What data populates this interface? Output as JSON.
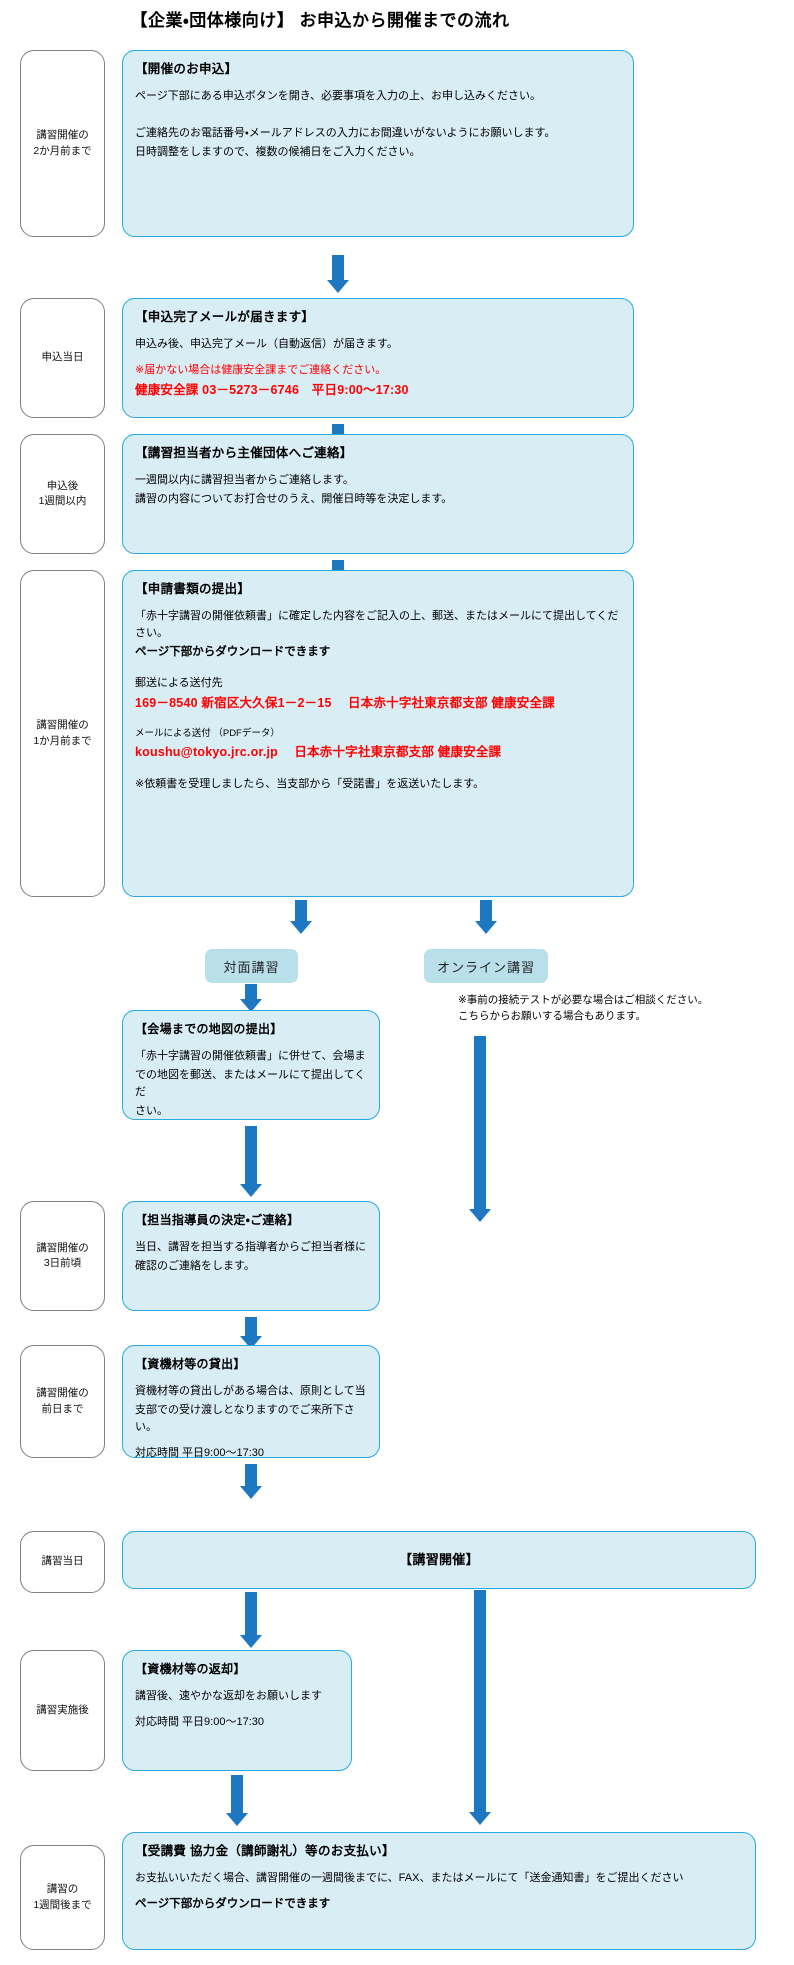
{
  "title": "【企業・団体様向け】 お申込から開催までの流れ",
  "timeline": [
    {
      "id": "t1",
      "lines": [
        "講習開催の",
        "2か月前まで"
      ]
    },
    {
      "id": "t2",
      "lines": [
        "申込当日"
      ]
    },
    {
      "id": "t3",
      "lines": [
        "申込後",
        "1週間以内"
      ]
    },
    {
      "id": "t4",
      "lines": [
        "講習開催の",
        "1か月前まで"
      ]
    },
    {
      "id": "t5",
      "lines": [
        "講習開催の",
        "3日前頃"
      ]
    },
    {
      "id": "t6",
      "lines": [
        "講習開催の",
        "前日まで"
      ]
    },
    {
      "id": "t7",
      "lines": [
        "講習当日"
      ]
    },
    {
      "id": "t8",
      "lines": [
        "講習実施後"
      ]
    },
    {
      "id": "t9",
      "lines": [
        "講習の",
        "1週間後まで"
      ]
    }
  ],
  "steps": {
    "apply": {
      "title": "【開催のお申込】",
      "p1": "ページ下部にある申込ボタンを開き、必要事項を入力の上、お申し込みください。",
      "p2": "ご連絡先のお電話番号・メールアドレスの入力にお間違いがないようにお願いします。",
      "p3": "日時調整をしますので、複数の候補日をご入力ください。"
    },
    "confirm_mail": {
      "title": "【申込完了メールが届きます】",
      "p1": "申込み後、申込完了メール（自動返信）が届きます。",
      "warn": "※届かない場合は健康安全課までご連絡ください。",
      "contact": "健康安全課  03－5273－6746　平日9:00～17:30"
    },
    "staff_contact": {
      "title": "【講習担当者から主催団体へご連絡】",
      "p1": "一週間以内に講習担当者からご連絡します。",
      "p2": "講習の内容についてお打合せのうえ、開催日時等を決定します。"
    },
    "documents": {
      "title": "【申請書類の提出】",
      "p1": "「赤十字講習の開催依頼書」に確定した内容をご記入の上、郵送、またはメールにて提出してください。",
      "p2": "ページ下部からダウンロードできます",
      "mail_label": "郵送による送付先",
      "mail_address": "169－8540  新宿区大久保1－2－15　 日本赤十字社東京都支部  健康安全課",
      "email_label": "メールによる送付 （PDFデータ）",
      "email_address": "koushu@tokyo.jrc.or.jp 　日本赤十字社東京都支部  健康安全課",
      "note": "※依頼書を受理しましたら、当支部から「受諾書」を返送いたします。"
    },
    "branch_onsite": "対面講習",
    "branch_online": "オンライン講習",
    "online_note": {
      "l1": "※事前の接続テストが必要な場合はご相談ください。",
      "l2": "こちらからお願いする場合もあります。"
    },
    "map": {
      "title": "【会場までの地図の提出】",
      "p1": "「赤十字講習の開催依頼書」に併せて、会場ま",
      "p2": "での地図を郵送、またはメールにて提出してくだ",
      "p3": "さい。"
    },
    "instructor": {
      "title": "【担当指導員の決定・ご連絡】",
      "p1": "当日、講習を担当する指導者からご担当者様に",
      "p2": "確認のご連絡をします。"
    },
    "equipment_lend": {
      "title": "【資機材等の貸出】",
      "p1": "資機材等の貸出しがある場合は、原則として当",
      "p2": "支部での受け渡しとなりますのでご来所下さい。",
      "hours": "対応時間  平日9:00～17:30"
    },
    "held": {
      "title": "【講習開催】"
    },
    "equipment_return": {
      "title": "【資機材等の返却】",
      "p1": "講習後、速やかな返却をお願いします",
      "hours": "対応時間  平日9:00～17:30"
    },
    "payment": {
      "title": "【受講費  協力金（講師謝礼）等のお支払い】",
      "p1": "お支払いいただく場合、講習開催の一週間後までに、FAX、またはメールにて「送金通知書」をご提出ください",
      "p2": "ページ下部からダウンロードできます"
    }
  },
  "colors": {
    "box_fill": "#d9edf5",
    "box_border": "#29abe2",
    "arrow": "#1d78c1",
    "pill_fill": "#b9dfeb",
    "accent_red": "#ff0000",
    "time_border": "#808080"
  }
}
